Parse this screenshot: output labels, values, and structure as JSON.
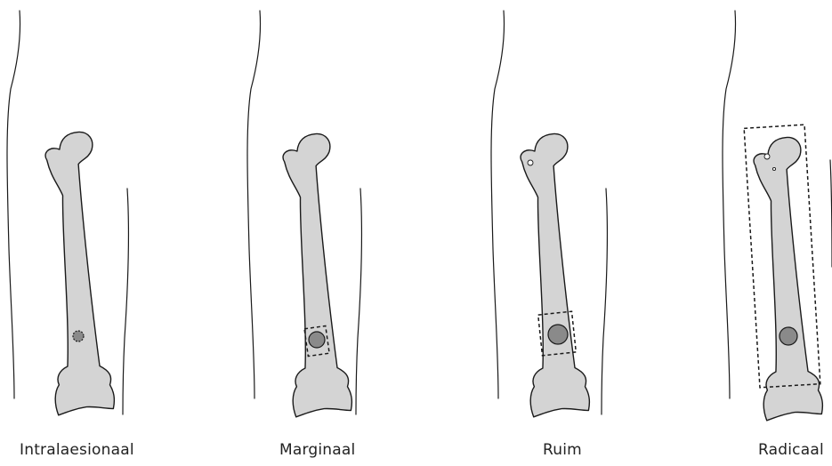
{
  "panels": [
    {
      "label": "Intralaesionaal"
    },
    {
      "label": "Marginaal"
    },
    {
      "label": "Ruim"
    },
    {
      "label": "Radicaal"
    }
  ],
  "colors": {
    "bone": "#d4d4d4",
    "tumor": "#8a8a8a",
    "outline": "#1a1a1a"
  }
}
